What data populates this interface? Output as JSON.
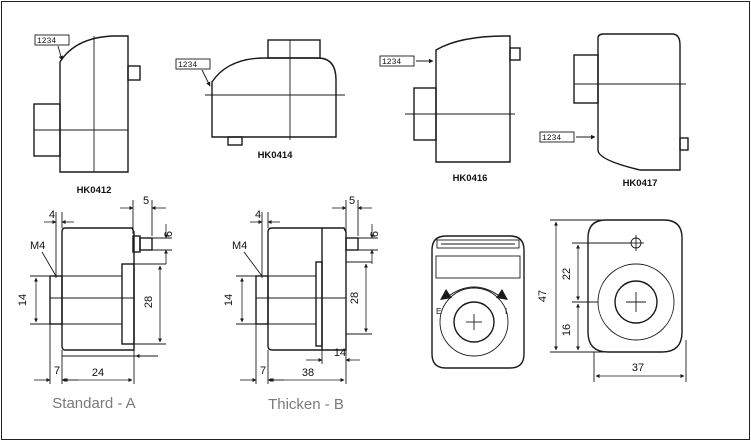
{
  "counter_display": "1234",
  "models": [
    "HK0412",
    "HK0414",
    "HK0416",
    "HK0417"
  ],
  "captions": {
    "standard": "Standard - A",
    "thicken": "Thicken - B"
  },
  "standard_dims": {
    "top_width": "4",
    "top_right": "5",
    "right_height": "6",
    "thread": "M4",
    "left_height": "14",
    "right_body": "28",
    "bottom_left": "7",
    "bottom_main": "24"
  },
  "thicken_dims": {
    "top_width": "4",
    "top_right": "5",
    "right_height": "6",
    "thread": "M4",
    "left_height": "14",
    "right_body": "28",
    "bottom_left": "7",
    "bottom_main": "38",
    "bottom_right": "14"
  },
  "front_view": {
    "left_label": "E",
    "right_label": "I"
  },
  "back_dims": {
    "total_height": "47",
    "upper": "22",
    "lower": "16",
    "width": "37"
  },
  "colors": {
    "line": "#1a1a1a",
    "caption": "#7a7a7a",
    "background": "#ffffff"
  }
}
